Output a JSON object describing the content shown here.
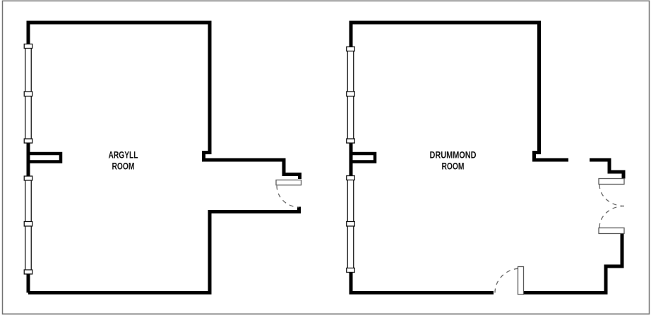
{
  "page": {
    "background_color": "#ffffff",
    "frame_color": "#737373"
  },
  "colors": {
    "wall": "#000000",
    "window_outline": "#141414",
    "door_leaf_outline": "#5a5a5a",
    "door_swing_dash": "#666666",
    "label_text": "#111111"
  },
  "rooms": [
    {
      "id": "argyll",
      "label_line1": "ARGYLL",
      "label_line2": "ROOM",
      "windows_on_west_wall": 2,
      "doors": 1
    },
    {
      "id": "drummond",
      "label_line1": "DRUMMOND",
      "label_line2": "ROOM",
      "windows_on_west_wall": 2,
      "doors": 3
    }
  ]
}
